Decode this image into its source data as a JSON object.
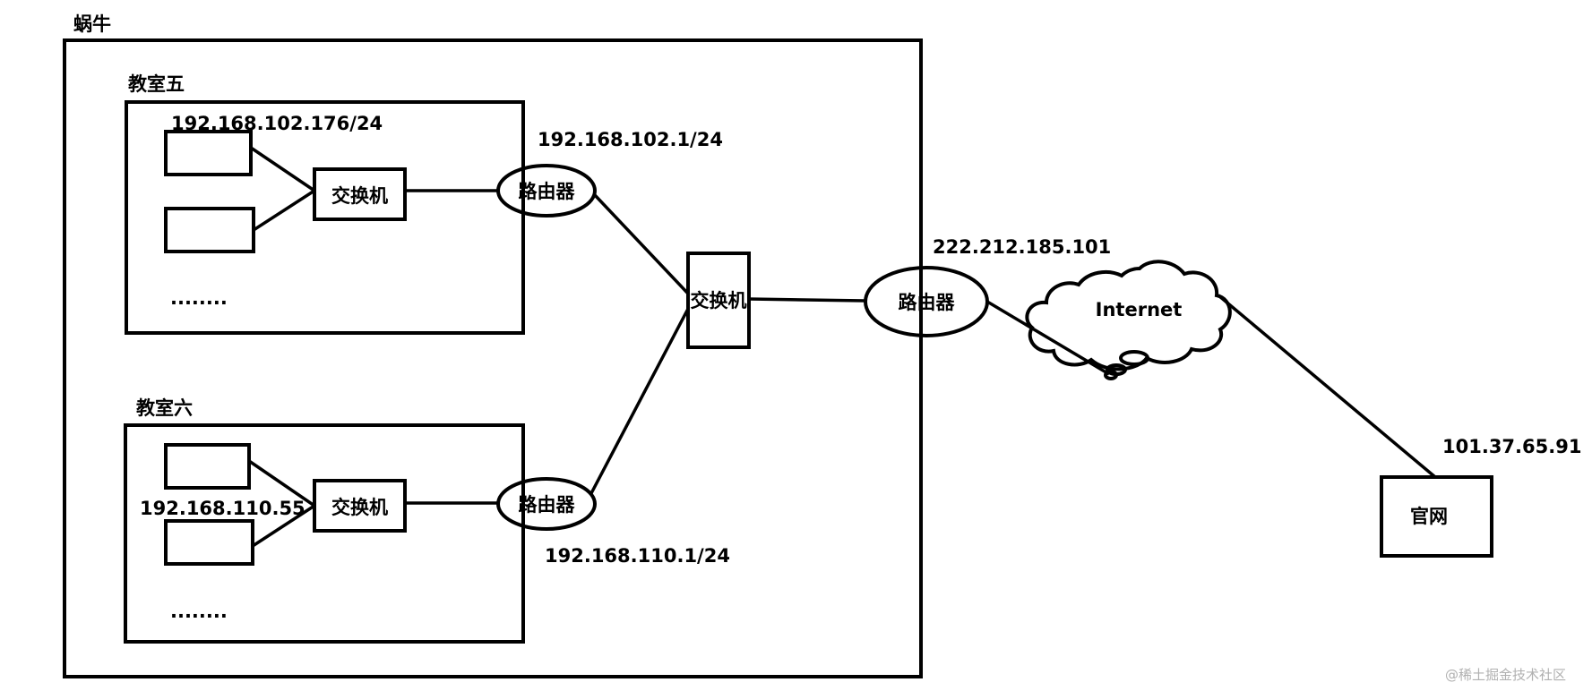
{
  "campus": {
    "label": "蜗牛"
  },
  "classroom5": {
    "label": "教室五",
    "host_ip": "192.168.102.176/24",
    "switch_label": "交换机",
    "router_label": "路由器",
    "gateway_ip": "192.168.102.1/24",
    "ellipsis": "........"
  },
  "classroom6": {
    "label": "教室六",
    "host_ip": "192.168.110.55",
    "switch_label": "交换机",
    "router_label": "路由器",
    "gateway_ip": "192.168.110.1/24",
    "ellipsis": "........"
  },
  "core": {
    "switch_label": "交换机",
    "router_label": "路由器",
    "public_ip": "222.212.185.101"
  },
  "internet": {
    "label": "Internet"
  },
  "website": {
    "label": "官网",
    "ip": "101.37.65.91"
  },
  "watermark": {
    "text": "@稀土掘金技术社区"
  }
}
